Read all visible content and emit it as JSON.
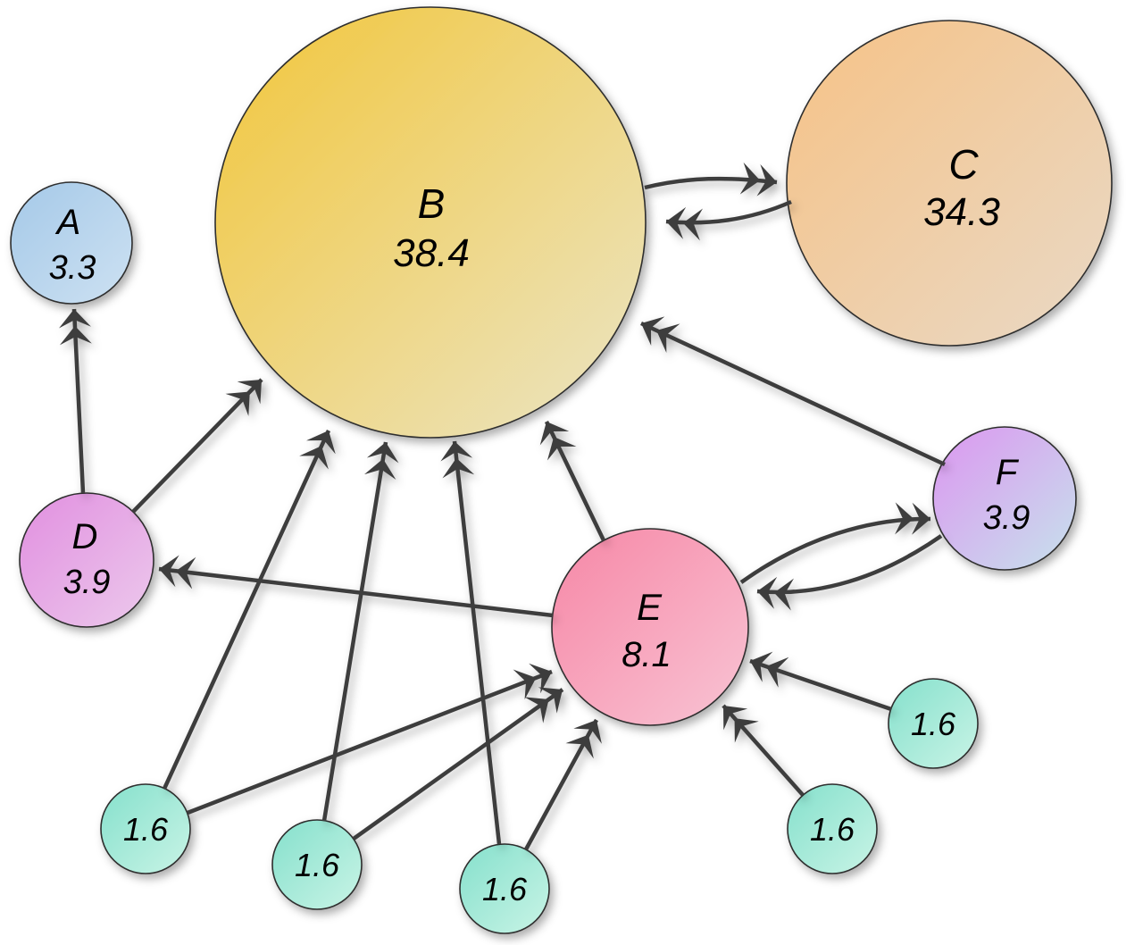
{
  "diagram": {
    "kind": "directed-graph",
    "background": "#ffffff",
    "arrow_color": "#3e3e3e",
    "nodes": {
      "a": {
        "label": "A",
        "value": "3.3",
        "color": "#aecfeb"
      },
      "b": {
        "label": "B",
        "value": "38.4",
        "color": "#f2c63a"
      },
      "c": {
        "label": "C",
        "value": "34.3",
        "color": "#f6c286"
      },
      "d": {
        "label": "D",
        "value": "3.9",
        "color": "#e18fe0"
      },
      "e": {
        "label": "E",
        "value": "8.1",
        "color": "#f687a6"
      },
      "f": {
        "label": "F",
        "value": "3.9",
        "color": "#dc96f0"
      },
      "small1": {
        "value": "1.6",
        "color": "#8be4d0"
      },
      "small2": {
        "value": "1.6",
        "color": "#8be4d0"
      },
      "small3": {
        "value": "1.6",
        "color": "#8be4d0"
      },
      "small4": {
        "value": "1.6",
        "color": "#8be4d0"
      },
      "small5": {
        "value": "1.6",
        "color": "#8be4d0"
      }
    },
    "edges": [
      {
        "from": "b",
        "to": "c"
      },
      {
        "from": "c",
        "to": "b"
      },
      {
        "from": "d",
        "to": "a"
      },
      {
        "from": "d",
        "to": "b"
      },
      {
        "from": "e",
        "to": "b"
      },
      {
        "from": "e",
        "to": "d"
      },
      {
        "from": "e",
        "to": "f"
      },
      {
        "from": "f",
        "to": "b"
      },
      {
        "from": "f",
        "to": "e"
      },
      {
        "from": "small1",
        "to": "b"
      },
      {
        "from": "small1",
        "to": "e"
      },
      {
        "from": "small2",
        "to": "b"
      },
      {
        "from": "small2",
        "to": "e"
      },
      {
        "from": "small3",
        "to": "b"
      },
      {
        "from": "small3",
        "to": "e"
      },
      {
        "from": "small4",
        "to": "e"
      },
      {
        "from": "small5",
        "to": "e"
      }
    ]
  }
}
